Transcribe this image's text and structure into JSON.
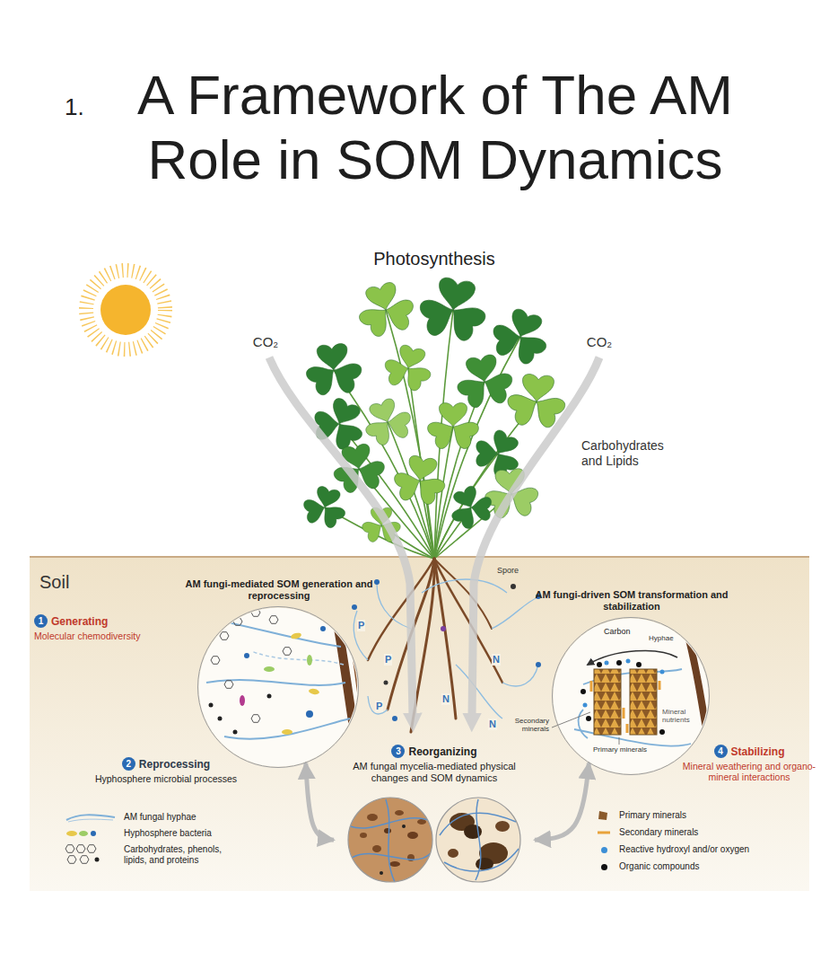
{
  "diagram": {
    "title": "A Framework of The AM Role in SOM Dynamics",
    "nodes": [
      {
        "text": [
          "AM fungi-mediated SOM generation and reprocessing"
        ]
      },
      {
        "text": [
          "1",
          "Generating",
          "Molecular chemodiversity"
        ]
      },
      {
        "text": [
          "2",
          "Reprocessing",
          "Hyphosphere microbial processes"
        ]
      },
      {
        "text": [
          "3",
          "Reorganizing",
          "AM fungal mycelia-mediated physical changes and SOM dynamics"
        ]
      },
      {
        "text": [
          "AM fungi-driven SOM transformation and stabilization"
        ]
      },
      {
        "text": [
          "4",
          "Stabilizing",
          "Mineral weathering and organo-mineral interactions"
        ]
      }
    ],
    "edges": [
      {
        "from": 0,
        "to": 3,
        "arrow": "both"
      },
      {
        "from": 4,
        "to": 3,
        "arrow": "both"
      }
    ],
    "labels": [
      "1.",
      "Photosynthesis",
      "CO₂",
      "CO₂",
      "Carbohydrates and Lipids",
      "Soil",
      "Spore",
      "P",
      "P",
      "P",
      "N",
      "N",
      "N",
      "Carbon",
      "Hyphae",
      "Mineral nutrients",
      "Secondary minerals",
      "Primary minerals"
    ],
    "legend": [
      {
        "text": "AM fungal hyphae"
      },
      {
        "text": "Hyphosphere bacteria"
      },
      {
        "text": "Carbohydrates, phenols, lipids, and proteins"
      },
      {
        "text": "Primary minerals"
      },
      {
        "text": "Secondary minerals"
      },
      {
        "text": "Reactive hydroxyl and/or oxygen",
        "color": "#3d8fd6"
      },
      {
        "text": "Organic compounds",
        "color": "#111111"
      }
    ]
  }
}
